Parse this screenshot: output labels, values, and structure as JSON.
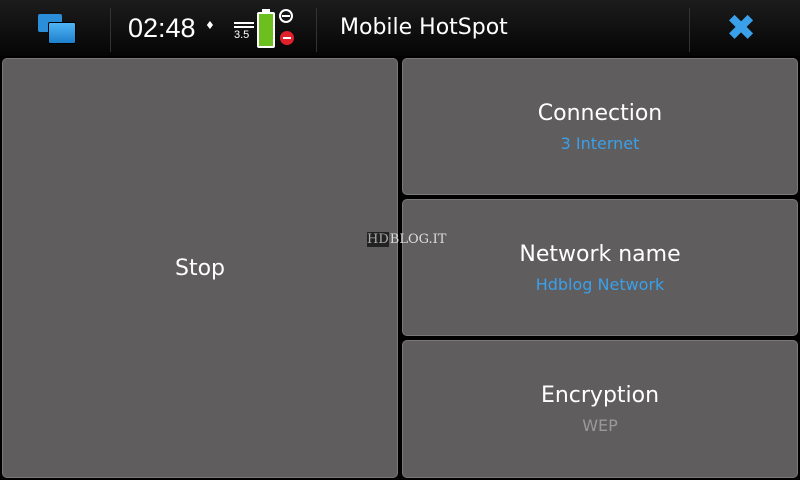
{
  "status": {
    "time": "02:48",
    "network_type": "3.5",
    "battery_level": 1.0
  },
  "header": {
    "title": "Mobile HotSpot"
  },
  "stop_label": "Stop",
  "settings": [
    {
      "label": "Connection",
      "value": "3 Internet",
      "value_color": "#3aa0ea"
    },
    {
      "label": "Network name",
      "value": "Hdblog Network",
      "value_color": "#3aa0ea"
    },
    {
      "label": "Encryption",
      "value": "WEP",
      "value_color": "#9a9899"
    }
  ],
  "watermark": {
    "prefix": "HD",
    "text": "BLOG.IT"
  }
}
